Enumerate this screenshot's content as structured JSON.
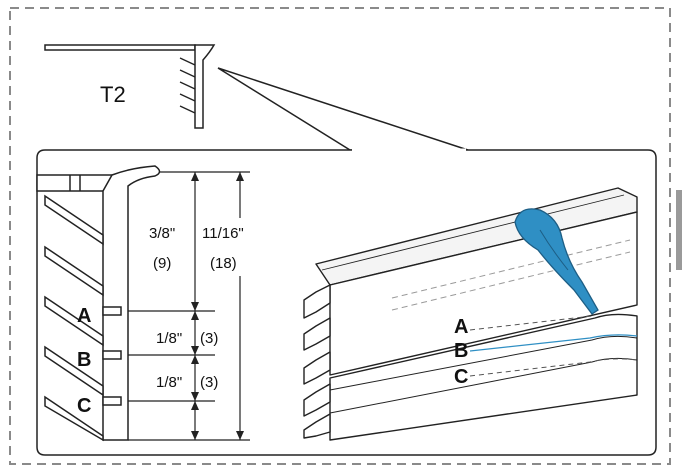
{
  "profile_name": "T2",
  "dimensions": {
    "top": {
      "inch": "3/8\"",
      "mm": "(9)"
    },
    "total": {
      "inch": "11/16\"",
      "mm": "(18)"
    },
    "mid": {
      "inch": "1/8\"",
      "mm": "(3)"
    },
    "bottom": {
      "inch": "1/8\"",
      "mm": "(3)"
    }
  },
  "grooves": {
    "a": "A",
    "b": "B",
    "c": "C"
  },
  "colors": {
    "tool": "#2f8fc4",
    "line": "#222222",
    "frame_dash": "#8a8a8a"
  },
  "icons": {
    "tool": "groove-tool-icon"
  }
}
